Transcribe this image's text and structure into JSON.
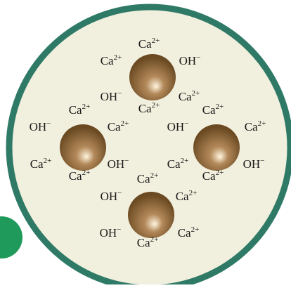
{
  "colors": {
    "page_background": "#ffffff",
    "dish_fill": "#f1efdd",
    "dish_rim": "#2f7a66",
    "accent_green": "#1f9a5a",
    "particle_dark": "#6b4a22",
    "particle_mid": "#b3895a",
    "particle_light": "#fff6e0",
    "label_text": "#1a1a1a"
  },
  "ion_labels": {
    "calcium": {
      "base": "Ca",
      "charge": "2+"
    },
    "hydroxide": {
      "base": "OH",
      "charge": "−"
    }
  },
  "particles": [
    {
      "name": "top",
      "labels": [
        "calcium",
        "calcium",
        "hydroxide",
        "hydroxide",
        "calcium",
        "calcium"
      ]
    },
    {
      "name": "left",
      "labels": [
        "calcium",
        "hydroxide",
        "calcium",
        "calcium",
        "hydroxide",
        "calcium"
      ]
    },
    {
      "name": "right",
      "labels": [
        "calcium",
        "hydroxide",
        "calcium",
        "calcium",
        "hydroxide",
        "calcium"
      ]
    },
    {
      "name": "bottom",
      "labels": [
        "calcium",
        "hydroxide",
        "calcium",
        "hydroxide",
        "calcium",
        "calcium"
      ]
    }
  ]
}
